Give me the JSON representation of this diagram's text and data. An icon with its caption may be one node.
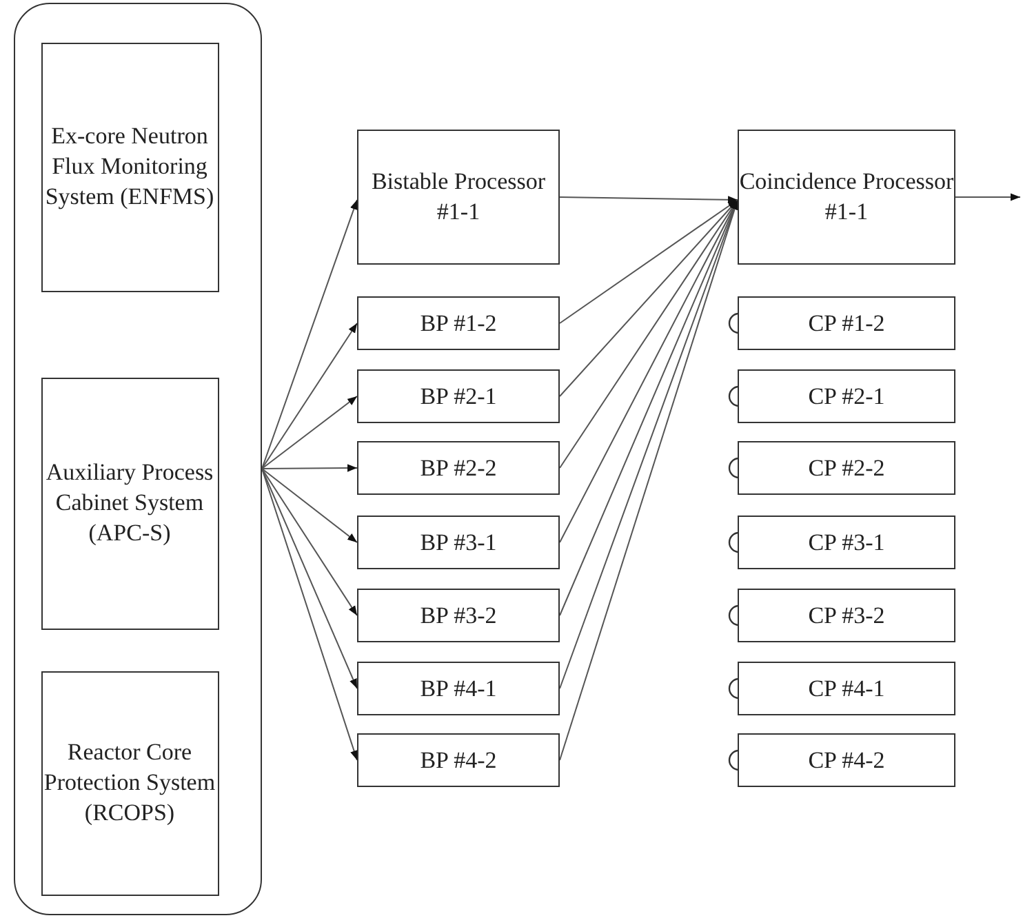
{
  "diagram": {
    "nodes": [
      {
        "text": [],
        "shape": "box"
      },
      {
        "text": [
          "Ex-core Neutron Flux Monitoring System (ENFMS)"
        ],
        "in": 0
      },
      {
        "text": [
          "Auxiliary Process Cabinet System (APC-S)"
        ],
        "in": 0
      },
      {
        "text": [
          "Reactor Core Protection System (RCOPS)"
        ],
        "in": 0
      },
      {
        "text": [
          "Bistable Processor #1-1"
        ]
      },
      {
        "text": [
          "BP #1-2"
        ]
      },
      {
        "text": [
          "BP #2-1"
        ]
      },
      {
        "text": [
          "BP #2-2"
        ]
      },
      {
        "text": [
          "BP #3-1"
        ]
      },
      {
        "text": [
          "BP #3-2"
        ]
      },
      {
        "text": [
          "BP #4-1"
        ]
      },
      {
        "text": [
          "BP #4-2"
        ]
      },
      {
        "text": [
          "Coincidence Processor #1-1"
        ]
      },
      {
        "text": [
          "CP #1-2"
        ]
      },
      {
        "text": [
          "CP #2-1"
        ]
      },
      {
        "text": [
          "CP #2-2"
        ]
      },
      {
        "text": [
          "CP #3-1"
        ]
      },
      {
        "text": [
          "CP #3-2"
        ]
      },
      {
        "text": [
          "CP #4-1"
        ]
      },
      {
        "text": [
          "CP #4-2"
        ]
      }
    ],
    "edges": [
      {
        "from": 0,
        "to": 4,
        "arrow": "to"
      },
      {
        "from": 0,
        "to": 5,
        "arrow": "to"
      },
      {
        "from": 0,
        "to": 6,
        "arrow": "to"
      },
      {
        "from": 0,
        "to": 7,
        "arrow": "to"
      },
      {
        "from": 0,
        "to": 8,
        "arrow": "to"
      },
      {
        "from": 0,
        "to": 9,
        "arrow": "to"
      },
      {
        "from": 0,
        "to": 10,
        "arrow": "to"
      },
      {
        "from": 0,
        "to": 11,
        "arrow": "to"
      },
      {
        "from": 4,
        "to": 12,
        "arrow": "to"
      },
      {
        "from": 5,
        "to": 12,
        "arrow": "to"
      },
      {
        "from": 6,
        "to": 12,
        "arrow": "to"
      },
      {
        "from": 7,
        "to": 12,
        "arrow": "to"
      },
      {
        "from": 8,
        "to": 12,
        "arrow": "to"
      },
      {
        "from": 9,
        "to": 12,
        "arrow": "to"
      },
      {
        "from": 10,
        "to": 12,
        "arrow": "to"
      },
      {
        "from": 11,
        "to": 12,
        "arrow": "to"
      },
      {
        "from": 12,
        "to": null,
        "arrow": "to"
      }
    ]
  }
}
